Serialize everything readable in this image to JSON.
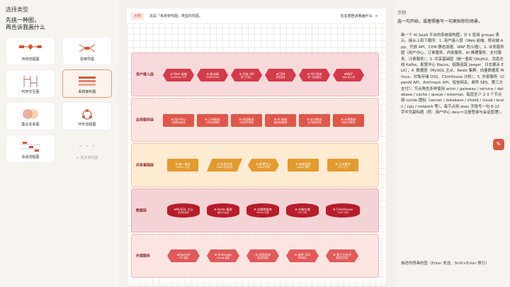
{
  "left": {
    "title": "选择类型",
    "subtitle": "先挑一种图，\n再告诉我画什么",
    "types": [
      {
        "label": "传统流程图",
        "icon": "flowchart-icon"
      },
      {
        "label": "思维导图",
        "icon": "mindmap-icon"
      },
      {
        "label": "时序交互图",
        "icon": "sequence-icon"
      },
      {
        "label": "系统架构图",
        "icon": "architecture-icon"
      },
      {
        "label": "集合关系图",
        "icon": "venn-icon"
      },
      {
        "label": "环形流程图",
        "icon": "cycle-icon"
      },
      {
        "label": "泳道流程图",
        "icon": "swimlane-icon"
      }
    ],
    "more_label": "更多架构图"
  },
  "center": {
    "example_tag": "示例",
    "hint": "这是「系统架构图」类型的样图。",
    "action": "在右侧告诉我画什么",
    "action_arrow": "→",
    "layers": [
      {
        "name": "用户接入层",
        "nodes": [
          {
            "t": "⊕ Web 前端",
            "s": "Vue/React SPA"
          },
          {
            "t": "⊕ 移动端",
            "s": "iOS/Android"
          },
          {
            "t": "⊕ 开放 API",
            "s": "第三方接入"
          },
          {
            "t": "⊕CDN",
            "s": "静态加速"
          },
          {
            "t": "⊕ API 网关",
            "s": "统一鉴权路由"
          },
          {
            "t": "⊕WAF",
            "s": "Web 防火墙"
          }
        ]
      },
      {
        "name": "业务服务层",
        "nodes": [
          {
            "t": "⊕ 用户中心",
            "s": "注册登录鉴权"
          },
          {
            "t": "⊕ 订单服务",
            "s": "订单生命周期"
          },
          {
            "t": "⊕ 内容服务",
            "s": "内容发布管理"
          },
          {
            "t": "⊕ AI 推理",
            "s": "模型调用编排"
          },
          {
            "t": "⊕ 支付服务",
            "s": "支付结算对账"
          },
          {
            "t": "⊕ 计费服务",
            "s": "用量计费账单"
          }
        ]
      },
      {
        "name": "共享基础层",
        "nodes": [
          {
            "t": "⊕ 统一鉴权",
            "s": "OAuth2 认证"
          },
          {
            "t": "⊕ 消息总线",
            "s": "Kafka 事件驱动"
          },
          {
            "t": "⊕ 配置中心",
            "s": "Nacos 配置"
          },
          {
            "t": "⊕ 链路追踪",
            "s": "Jaeger 追踪"
          },
          {
            "t": "⊕ 日志聚合",
            "s": "ELK 日志"
          }
        ]
      },
      {
        "name": "数据层",
        "nodes": [
          {
            "t": "⊕MySQL 主从",
            "s": "业务库读写"
          },
          {
            "t": "⊕ Redis 集群",
            "s": "缓存与会话"
          },
          {
            "t": "⊕ 向量数据库",
            "s": "Milvus 向量"
          },
          {
            "t": "⊕ 对象存储",
            "s": "OSS 文件"
          },
          {
            "t": "⊕ ClickHouse",
            "s": "OLAP 分析"
          }
        ]
      },
      {
        "name": "外部服务",
        "nodes": [
          {
            "t": "⊕OpenAI",
            "s": "GPT 模型"
          },
          {
            "t": "⊕ Anthropic",
            "s": "Claude 模型"
          },
          {
            "t": "⊕ 短信网关",
            "s": "验证码通知"
          },
          {
            "t": "⊕ 邮件 SES",
            "s": "事务邮件"
          },
          {
            "t": "⊕ 第三方支付",
            "s": "微信/支付宝"
          }
        ]
      }
    ]
  },
  "right": {
    "section": "示例",
    "intro": "选一句开始，或者照着写一句更贴你的场景。",
    "prompt": "画一个 AI SaaS 平台的系统架构图，分 5 层用 groups 表示。接从上到下顺序：1. 用户接入层（Web 前端、移动端 App、开放 API、CDN 静态加速、WAF 防火墙）；2. 业务服务层（用户中心、订单服务、内容服务、AI 推理服务、支付服务、计费服务）；3. 共享基础层（统一鉴权 OAuth2、消息总线 Kafka、配置中心 Nacos、链路追踪 Jaeger、日志聚合 ELK）；4. 数据层（MySQL 主从、Redis 集群、向量数据库 Milvus、对象存储 OSS、ClickHouse 分析）；5. 外部服务（OpenAI API、Anthropic API、短信网关、邮件 SES、第三方支付）。节点角色多样使用 actor / gateway / service / database / cache / queue / external。每层至少 2-3 个节点接 lucide 图标（server / database / shield / cloud / brain / cpu / network 等），每节点用 desc 字段写一句 6-12 字中文副标题（例：用户中心 desc=注册登录与会话管理）。",
    "input_placeholder": "描述你想画的图（Enter 发送，Shift+Enter 换行）"
  },
  "colors": {
    "accent": "#d2553a",
    "layer1_bg": "#f7d9dc",
    "layer2_bg": "#fbe4df",
    "layer3_bg": "#fdebd2",
    "layer4_bg": "#f4d3d6",
    "layer5_bg": "#fbe4e2"
  }
}
